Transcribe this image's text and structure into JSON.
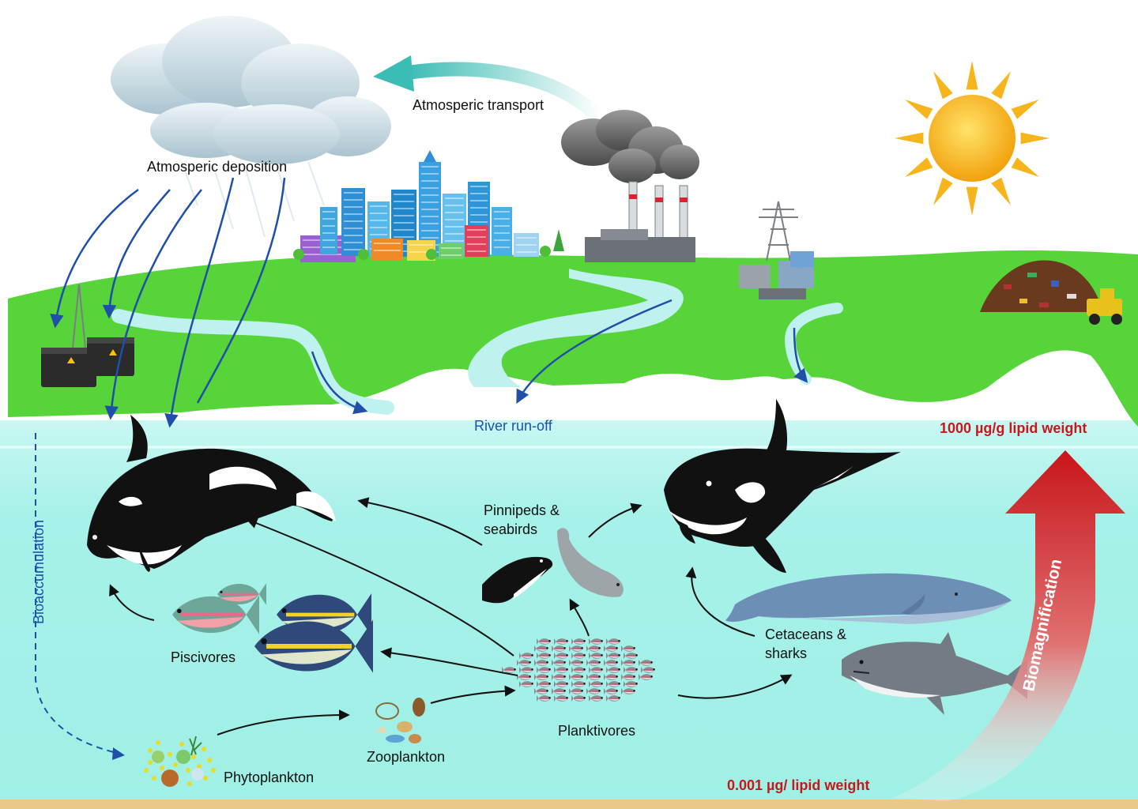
{
  "labels": {
    "atmospheric_transport": "Atmosperic transport",
    "atmospheric_deposition": "Atmosperic deposition",
    "river_runoff": "River run-off",
    "bioaccumulation": "Bioaccumulation",
    "pinnipeds_line1": "Pinnipeds &",
    "pinnipeds_line2": "seabirds",
    "piscivores": "Piscivores",
    "planktivores": "Planktivores",
    "zooplankton": "Zooplankton",
    "phytoplankton": "Phytoplankton",
    "cetaceans_line1": "Cetaceans &",
    "cetaceans_line2": "sharks",
    "biomagnification": "Biomagnification",
    "top_concentration": "1000 µg/g lipid weight",
    "bottom_concentration": "0.001 µg/ lipid weight"
  },
  "colors": {
    "sky": "#ffffff",
    "land": "#57d43a",
    "water": "#a6f4ec",
    "river": "#bff2ee",
    "deposition_arrow": "#1f4fa8",
    "transport_arrow": "#3bbcb4",
    "food_web_arrow": "#111111",
    "biomagnification_arrow": "#c8161b",
    "concentration_text": "#c8161b",
    "sun": "#f7b51d"
  },
  "icons": [
    "cloud-icon",
    "sun-icon",
    "city-skyline-icon",
    "factory-icon",
    "power-substation-icon",
    "landfill-icon",
    "battery-storage-icon",
    "orca-icon",
    "blue-whale-icon",
    "shark-icon",
    "seal-icon",
    "penguin-icon",
    "salmon-icon",
    "tuna-icon",
    "fish-school-icon",
    "zooplankton-icon",
    "phytoplankton-icon"
  ]
}
